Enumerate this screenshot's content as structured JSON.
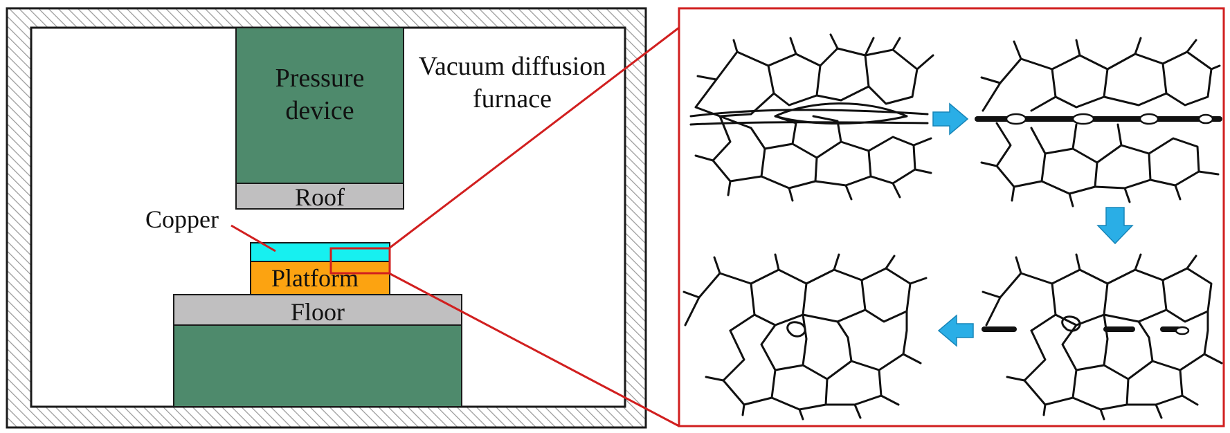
{
  "furnace": {
    "label_line1": "Vacuum diffusion",
    "label_line2": "furnace"
  },
  "pressure_device": {
    "label_line1": "Pressure",
    "label_line2": "device"
  },
  "roof": {
    "label": "Roof"
  },
  "copper": {
    "label": "Copper"
  },
  "platform": {
    "label": "Platform"
  },
  "floor": {
    "label": "Floor"
  },
  "colors": {
    "frame": "#1a1a1a",
    "hatch": "#9a9a9a",
    "press_green": "#4e8a6c",
    "steel_gray": "#c0bfc0",
    "copper_cyan": "#17f0f0",
    "platform_orange": "#fca311",
    "callout_red": "#d11f1f",
    "arrow_blue": "#2aaee6",
    "grain_line": "#111111"
  },
  "stages": [
    {
      "id": "stage-1",
      "content": "initial interface with elongated void"
    },
    {
      "id": "stage-2",
      "content": "interface line with isolated voids"
    },
    {
      "id": "stage-3",
      "content": "interface partially migrated"
    },
    {
      "id": "stage-4",
      "content": "interface eliminated, residual void"
    }
  ]
}
